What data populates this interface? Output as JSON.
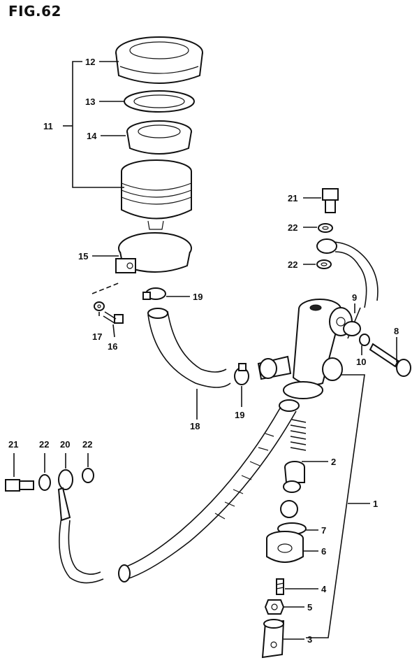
{
  "figure": {
    "title": "FIG.62"
  },
  "callouts": [
    {
      "id": "c12",
      "text": "12"
    },
    {
      "id": "c13",
      "text": "13"
    },
    {
      "id": "c11",
      "text": "11"
    },
    {
      "id": "c14",
      "text": "14"
    },
    {
      "id": "c15",
      "text": "15"
    },
    {
      "id": "c17",
      "text": "17"
    },
    {
      "id": "c16",
      "text": "16"
    },
    {
      "id": "c19a",
      "text": "19"
    },
    {
      "id": "c19b",
      "text": "19"
    },
    {
      "id": "c18",
      "text": "18"
    },
    {
      "id": "c21a",
      "text": "21"
    },
    {
      "id": "c22a",
      "text": "22"
    },
    {
      "id": "c22b",
      "text": "22"
    },
    {
      "id": "c9",
      "text": "9"
    },
    {
      "id": "c8",
      "text": "8"
    },
    {
      "id": "c10",
      "text": "10"
    },
    {
      "id": "c2",
      "text": "2"
    },
    {
      "id": "c1",
      "text": "1"
    },
    {
      "id": "c7",
      "text": "7"
    },
    {
      "id": "c6",
      "text": "6"
    },
    {
      "id": "c4",
      "text": "4"
    },
    {
      "id": "c5",
      "text": "5"
    },
    {
      "id": "c3",
      "text": "3"
    },
    {
      "id": "c21b",
      "text": "21"
    },
    {
      "id": "c22c",
      "text": "22"
    },
    {
      "id": "c20",
      "text": "20"
    },
    {
      "id": "c22d",
      "text": "22"
    }
  ]
}
